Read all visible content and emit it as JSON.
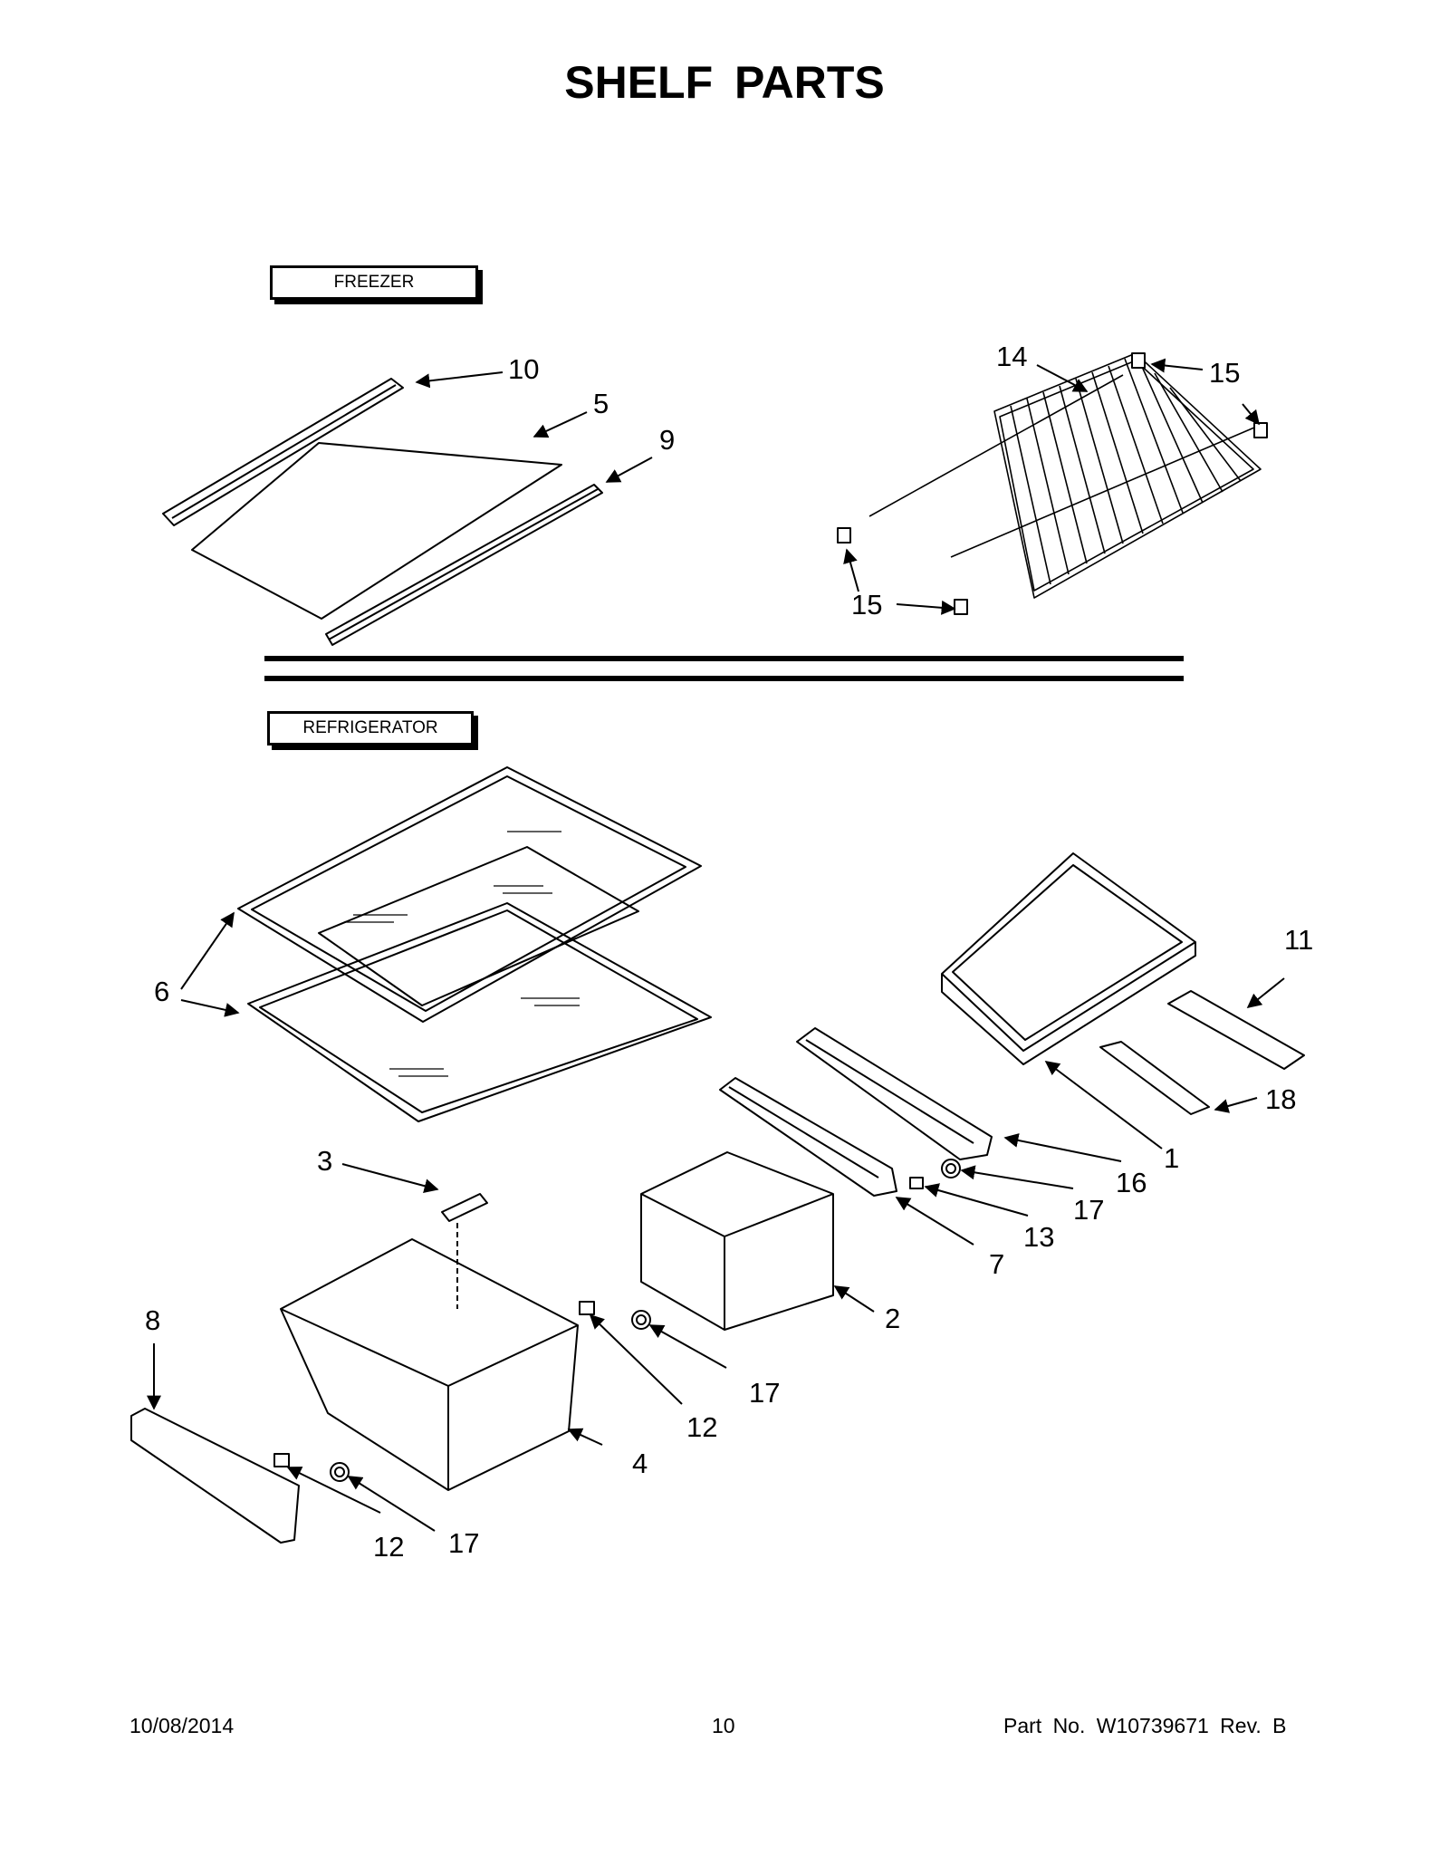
{
  "page": {
    "title": "SHELF PARTS"
  },
  "sections": {
    "freezer": "FREEZER",
    "refrigerator": "REFRIGERATOR"
  },
  "callouts": {
    "c10": "10",
    "c5": "5",
    "c9": "9",
    "c14": "14",
    "c15a": "15",
    "c15b": "15",
    "c11": "11",
    "c6": "6",
    "c18": "18",
    "c3": "3",
    "c16": "16",
    "c1": "1",
    "c17a": "17",
    "c13": "13",
    "c7": "7",
    "c8": "8",
    "c2": "2",
    "c17b": "17",
    "c12a": "12",
    "c4": "4",
    "c12b": "12",
    "c17c": "17"
  },
  "footer": {
    "date": "10/08/2014",
    "page_number": "10",
    "part_number": "Part No.  W10739671  Rev.  B"
  }
}
